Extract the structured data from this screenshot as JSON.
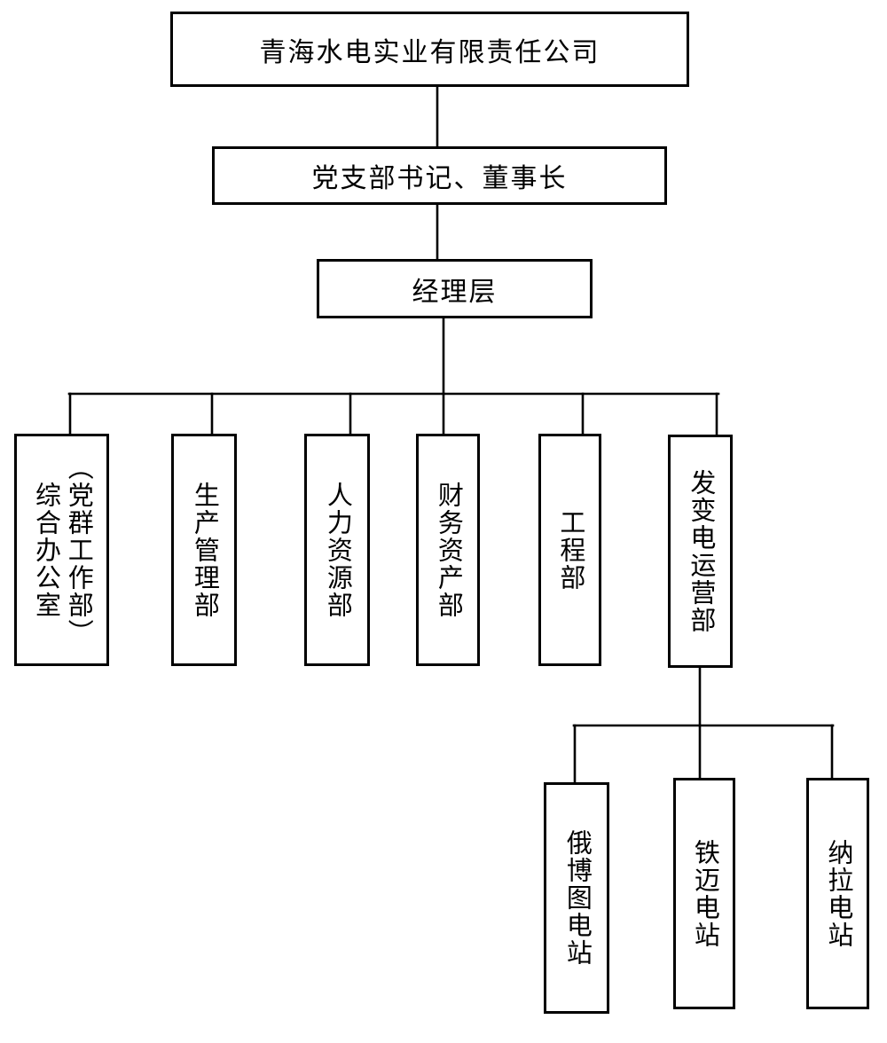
{
  "org_chart": {
    "root": {
      "label": "青海水电实业有限责任公司"
    },
    "level2": {
      "label": "党支部书记、董事长"
    },
    "level3": {
      "label": "经理层"
    },
    "departments": [
      {
        "label": "综合办公室（党群工作部）",
        "columns": {
          "left": "综合办公室",
          "right": "（党群工作部）"
        }
      },
      {
        "label": "生产管理部"
      },
      {
        "label": "人力资源部"
      },
      {
        "label": "财务资产部"
      },
      {
        "label": "工程部"
      },
      {
        "label": "发变电运营部"
      }
    ],
    "power_stations": [
      {
        "label": "俄博图电站"
      },
      {
        "label": "铁迈电站"
      },
      {
        "label": "纳拉电站"
      }
    ],
    "colors": {
      "line": "#000000",
      "background": "#ffffff",
      "text": "#000000"
    }
  }
}
